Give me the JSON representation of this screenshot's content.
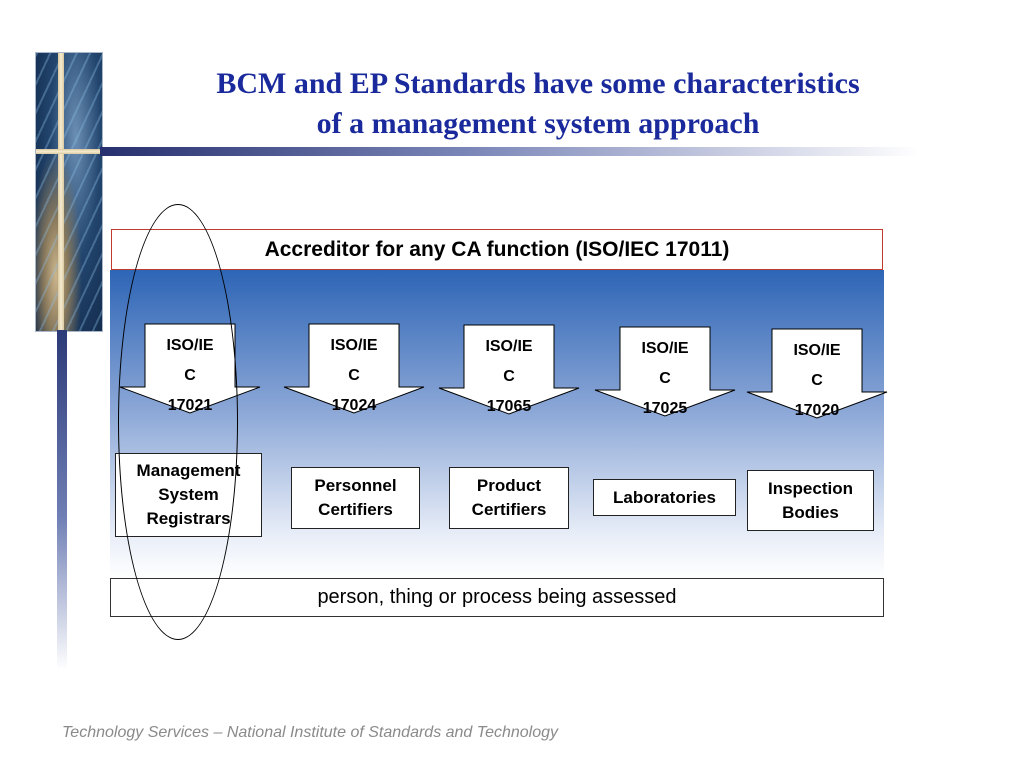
{
  "slide": {
    "title_line1": "BCM and EP Standards have some characteristics",
    "title_line2": "of a management system approach",
    "footer": "Technology Services – National Institute of Standards and Technology"
  },
  "diagram": {
    "accreditor": "Accreditor for any CA function (ISO/IEC 17011)",
    "assessed": "person, thing or process being assessed",
    "standards": [
      {
        "line1": "ISO/IE",
        "line2": "C",
        "line3": "17021"
      },
      {
        "line1": "ISO/IE",
        "line2": "C",
        "line3": "17024"
      },
      {
        "line1": "ISO/IE",
        "line2": "C",
        "line3": "17065"
      },
      {
        "line1": "ISO/IE",
        "line2": "C",
        "line3": "17025"
      },
      {
        "line1": "ISO/IE",
        "line2": "C",
        "line3": "17020"
      }
    ],
    "categories": [
      {
        "line1": "Management",
        "line2": "System",
        "line3": "Registrars"
      },
      {
        "line1": "Personnel",
        "line2": "Certifiers"
      },
      {
        "line1": "Product",
        "line2": "Certifiers"
      },
      {
        "line1": "Laboratories"
      },
      {
        "line1": "Inspection",
        "line2": "Bodies"
      }
    ]
  }
}
